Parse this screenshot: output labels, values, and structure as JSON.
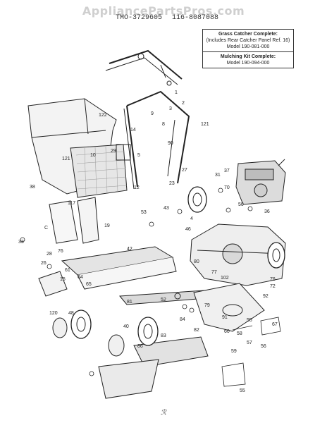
{
  "watermark": "AppliancePartsPros.com",
  "model_line": "TMO-3729605   116-8087088",
  "infobox": {
    "grass_catcher_title": "Grass Catcher Complete:",
    "grass_catcher_note": "(Includes Rear Catcher Panel Ref. 16)",
    "grass_catcher_model": "Model 190-081-000",
    "mulching_kit_title": "Mulching Kit Complete:",
    "mulching_kit_model": "Model 190-094-000"
  },
  "callouts": [
    "122",
    "10",
    "29",
    "121",
    "38",
    "117",
    "C",
    "33",
    "28",
    "76",
    "26",
    "15",
    "120",
    "48",
    "40",
    "86",
    "83",
    "84",
    "82",
    "42",
    "52",
    "53",
    "1",
    "2",
    "3",
    "9",
    "14",
    "8",
    "90",
    "27",
    "23",
    "121",
    "37",
    "70",
    "31",
    "50",
    "36",
    "5",
    "43",
    "4",
    "12",
    "46",
    "77",
    "102",
    "80",
    "79",
    "72",
    "76",
    "92",
    "91",
    "55",
    "56",
    "57",
    "58",
    "59",
    "67",
    "55",
    "60",
    "61",
    "64",
    "65",
    "19",
    "81"
  ],
  "footer_mark": "ℛ"
}
